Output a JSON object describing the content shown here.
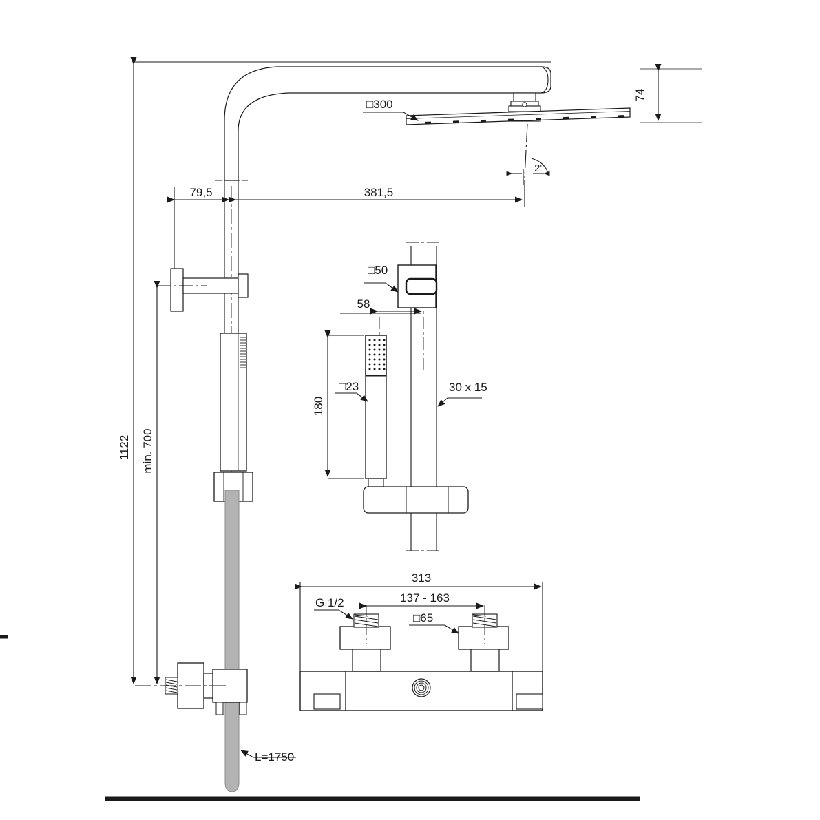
{
  "drawing": {
    "title": "Shower column technical dimension drawing",
    "type": "dimensioned-elevation",
    "units": "mm",
    "line_color": "#1a1a1a",
    "fill_color": "#ffffff",
    "hose_fill": "#b3b3b3",
    "floor_color": "#1a1a1a"
  },
  "dimensions": {
    "overall_height": "1122",
    "min_rail_height": "min. 700",
    "head_offset_to_wall": "79,5",
    "arm_reach": "381,5",
    "head_drop": "74",
    "spray_angle": "2°",
    "head_size": "□300",
    "bracket_size": "□50",
    "handset_offset": "58",
    "handset_length": "180",
    "handset_size": "□23",
    "rail_profile": "30 x 15",
    "mixer_width": "313",
    "inlet_spacing": "137 - 163",
    "inlet_thread": "G 1/2",
    "inlet_cap_size": "□65",
    "hose_length": "L=1750"
  },
  "callouts": [
    {
      "id": "head-size",
      "text": "□300"
    },
    {
      "id": "head-drop",
      "text": "74"
    },
    {
      "id": "spray-angle",
      "text": "2°"
    },
    {
      "id": "wall-offset",
      "text": "79,5"
    },
    {
      "id": "arm-reach",
      "text": "381,5"
    },
    {
      "id": "overall-height",
      "text": "1122"
    },
    {
      "id": "min-rail-height",
      "text": "min. 700"
    },
    {
      "id": "bracket-size",
      "text": "□50"
    },
    {
      "id": "handset-offset",
      "text": "58"
    },
    {
      "id": "handset-length",
      "text": "180"
    },
    {
      "id": "handset-size",
      "text": "□23"
    },
    {
      "id": "rail-profile",
      "text": "30 x 15"
    },
    {
      "id": "mixer-width",
      "text": "313"
    },
    {
      "id": "inlet-spacing",
      "text": "137 - 163"
    },
    {
      "id": "inlet-thread",
      "text": "G 1/2"
    },
    {
      "id": "inlet-cap-size",
      "text": "□65"
    },
    {
      "id": "hose-length",
      "text": "L=1750"
    }
  ]
}
